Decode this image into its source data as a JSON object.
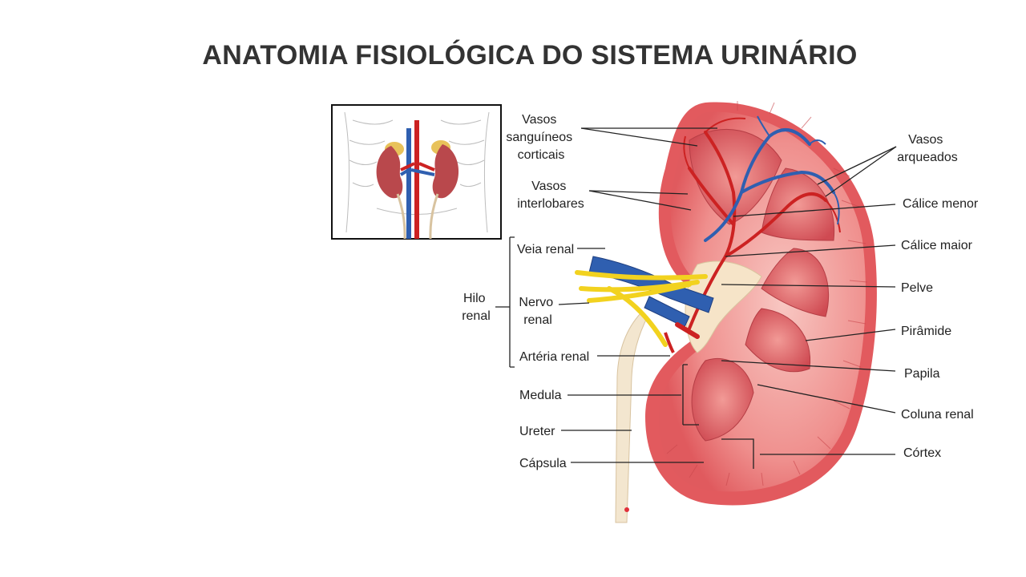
{
  "title": "ANATOMIA FISIOLÓGICA DO SISTEMA URINÁRIO",
  "labels": {
    "vasos_sanguineos_corticais": [
      "Vasos",
      "sanguíneos",
      "corticais"
    ],
    "vasos_interlobares": [
      "Vasos",
      "interlobares"
    ],
    "hilo_renal": [
      "Hilo",
      "renal"
    ],
    "veia_renal": "Veia renal",
    "nervo_renal": [
      "Nervo",
      "renal"
    ],
    "arteria_renal": "Artéria renal",
    "medula": "Medula",
    "ureter": "Ureter",
    "capsula": "Cápsula",
    "vasos_arqueados": [
      "Vasos",
      "arqueados"
    ],
    "calice_menor": "Cálice menor",
    "calice_maior": "Cálice maior",
    "pelve": "Pelve",
    "piramide": "Pirâmide",
    "papila": "Papila",
    "coluna_renal": "Coluna renal",
    "cortex": "Córtex"
  },
  "colors": {
    "title": "#333333",
    "cortex": "#e25a5e",
    "cortex_light": "#f4a9a6",
    "medulla": "#f6cfc8",
    "pyramid": "#d9565c",
    "vein": "#2f5fb0",
    "artery": "#cc2222",
    "nerve": "#f2d21f",
    "ureter": "#f3e6cf"
  }
}
